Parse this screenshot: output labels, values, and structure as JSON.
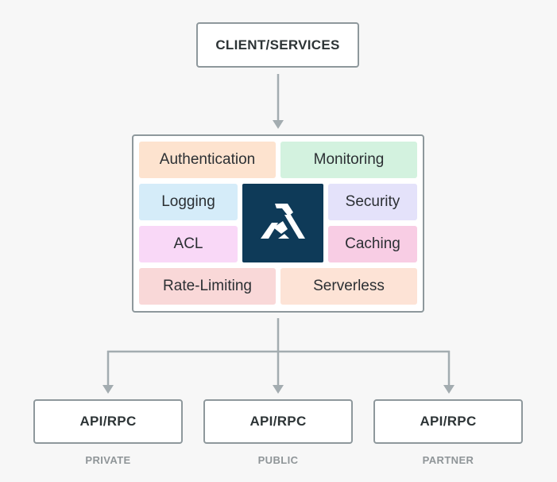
{
  "client": {
    "label": "CLIENT/SERVICES"
  },
  "gateway": {
    "logo_icon": "kong-gorilla-logo-icon",
    "plugins": [
      {
        "label": "Authentication",
        "color": "#fde3cf"
      },
      {
        "label": "Monitoring",
        "color": "#d3f2df"
      },
      {
        "label": "Logging",
        "color": "#d5ecf9"
      },
      {
        "label": "Security",
        "color": "#e4e2fa"
      },
      {
        "label": "ACL",
        "color": "#f9d8f7"
      },
      {
        "label": "Caching",
        "color": "#f8cde4"
      },
      {
        "label": "Rate-Limiting",
        "color": "#f9d8d8"
      },
      {
        "label": "Serverless",
        "color": "#fde3d6"
      }
    ],
    "logo_bg": "#0e3a58"
  },
  "endpoints": [
    {
      "label": "API/RPC",
      "caption": "PRIVATE"
    },
    {
      "label": "API/RPC",
      "caption": "PUBLIC"
    },
    {
      "label": "API/RPC",
      "caption": "PARTNER"
    }
  ],
  "colors": {
    "connector": "#a3acb0",
    "border": "#8e989c"
  }
}
